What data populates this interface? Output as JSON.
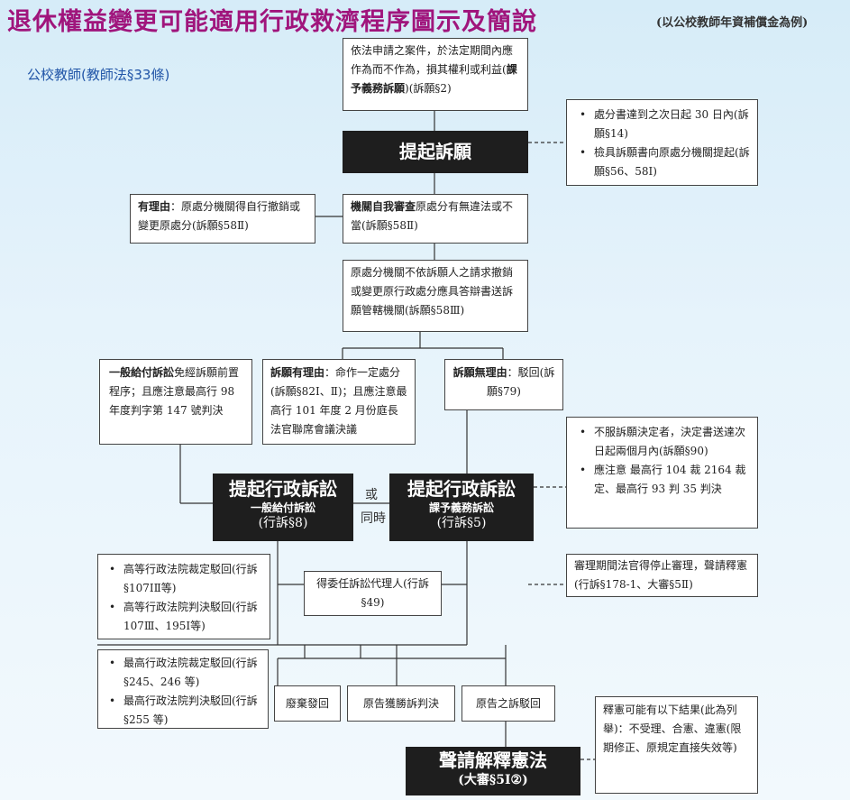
{
  "header": {
    "title": "退休權益變更可能適用行政救濟程序圖示及簡說",
    "subtitle": "(以公校教師年資補償金為例)",
    "teacher_label": "公校教師(教師法§33條)"
  },
  "nodes": {
    "apply_case": {
      "pre": "依法申請之案件，於法定期間內應作為而不作為，損其權利或利益(",
      "bold": "課予義務訴願",
      "post": ")(訴願§2)"
    },
    "file_petition": "提起訴願",
    "petition_notes": [
      "處分書達到之次日起 30 日內(訴願§14)",
      "檢具訴願書向原處分機關提起(訴願§56、58Ⅰ)"
    ],
    "self_review": {
      "bold": "機關自我審查",
      "text": "原處分有無違法或不當(訴願§58Ⅱ)"
    },
    "has_reason_left": {
      "bold": "有理由",
      "text": "：原處分機關得自行撤銷或變更原處分(訴願§58Ⅱ)"
    },
    "forward": "原處分機關不依訴願人之請求撤銷或變更原行政處分應具答辯書送訴願管轄機關(訴願§58Ⅲ)",
    "general_suit": {
      "bold": "一般給付訴訟",
      "text": "免經訴願前置程序；且應注意最高行 98 年度判字第 147 號判決"
    },
    "petition_reasonable": {
      "bold": "訴願有理由",
      "text": "：命作一定處分(訴願§82Ⅰ、Ⅱ)；且應注意最高行 101 年度 2 月份庭長法官聯席會議決議"
    },
    "petition_unreasonable": {
      "bold": "訴願無理由",
      "text": "：駁回(訴願§79)"
    },
    "dismiss_notes": [
      "不服訴願決定者，決定書送達次日起兩個月內(訴願§90)",
      "應注意 最高行 104 裁 2164 裁定、最高行 93 判 35 判決"
    ],
    "admin_suit_general": {
      "title": "提起行政訴訟",
      "type": "一般給付訴訟",
      "law": "(行訴§8)"
    },
    "admin_suit_duty": {
      "title": "提起行政訴訟",
      "type": "課予義務訴訟",
      "law": "(行訴§5)"
    },
    "or_label": "或",
    "same_time_label": "同時",
    "stay_note": "審理期間法官得停止審理，聲請釋憲(行訴§178-1、大審§5Ⅱ)",
    "high_court_notes": [
      "高等行政法院裁定駁回(行訴§107ⅠⅡ等)",
      "高等行政法院判決駁回(行訴 107Ⅲ、195Ⅰ等)"
    ],
    "agent": "得委任訴訟代理人(行訴§49)",
    "supreme_notes": [
      "最高行政法院裁定駁回(行訴§245、246 等)",
      "最高行政法院判決駁回(行訴§255 等)"
    ],
    "remand": "廢棄發回",
    "plaintiff_wins": "原告獲勝訴判決",
    "plaintiff_loses": "原告之訴駁回",
    "constitution": {
      "title": "聲請解釋憲法",
      "law": "(大審§5Ⅰ②)"
    },
    "interpretation_note": "釋憲可能有以下結果(此為列舉)：不受理、合憲、違憲(限期修正、原規定直接失效等)"
  }
}
